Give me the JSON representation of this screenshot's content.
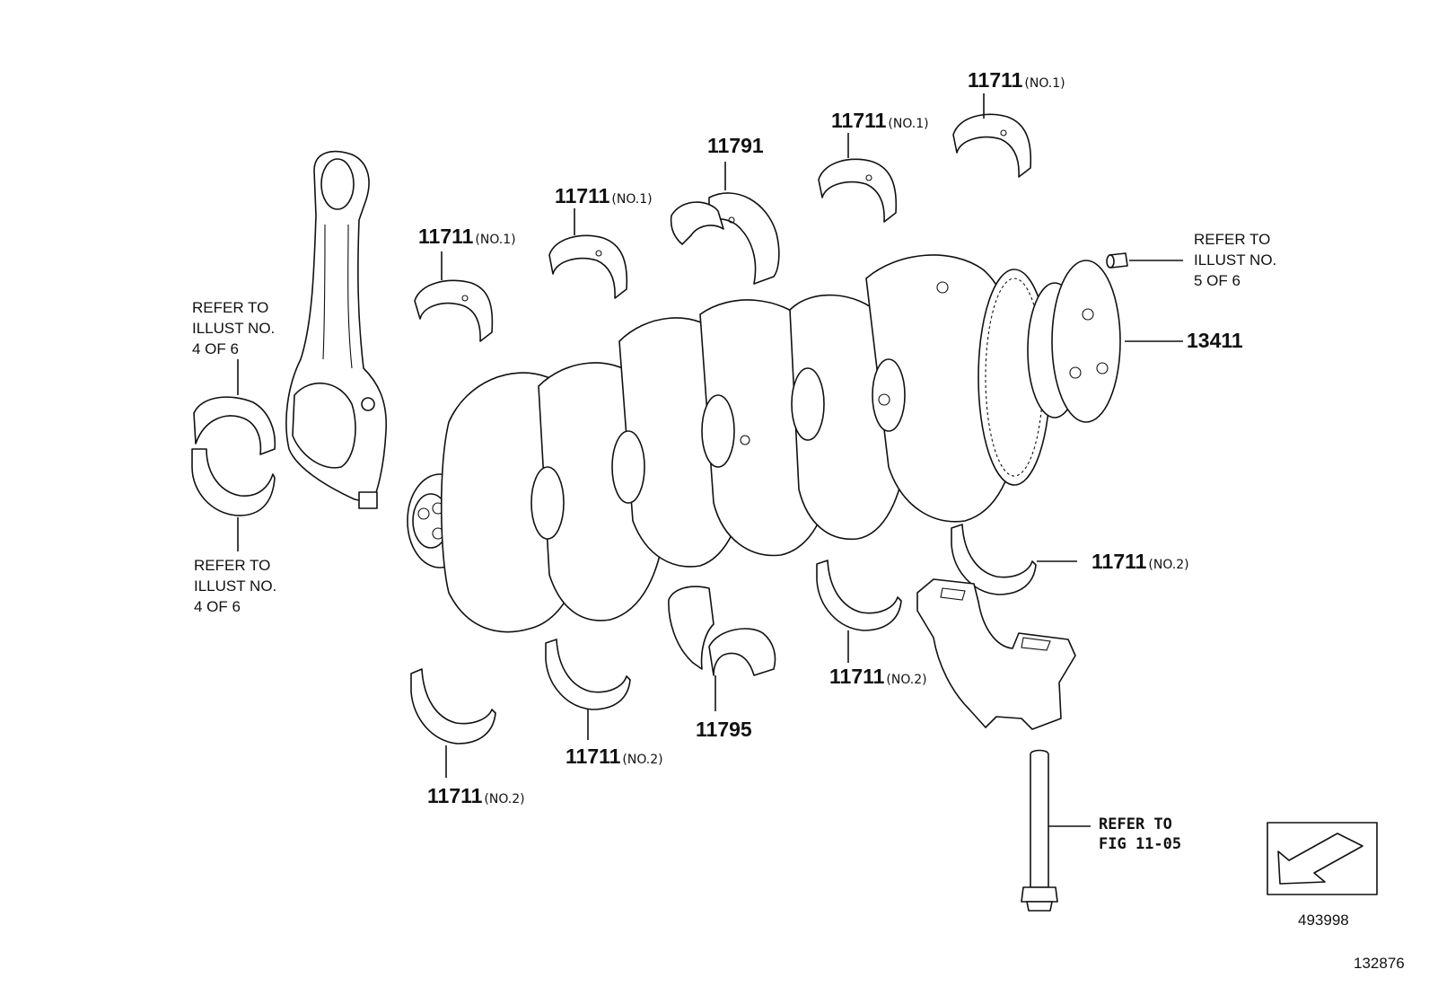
{
  "labels": {
    "bearing_upper_1": {
      "part": "11711",
      "note": "(NO.1)"
    },
    "bearing_upper_2": {
      "part": "11711",
      "note": "(NO.1)"
    },
    "bearing_upper_3": {
      "part": "11711",
      "note": "(NO.1)"
    },
    "bearing_upper_4": {
      "part": "11711",
      "note": "(NO.1)"
    },
    "thrust_upper": {
      "part": "11791"
    },
    "bearing_lower_1": {
      "part": "11711",
      "note": "(NO.2)"
    },
    "bearing_lower_2": {
      "part": "11711",
      "note": "(NO.2)"
    },
    "bearing_lower_3": {
      "part": "11711",
      "note": "(NO.2)"
    },
    "bearing_lower_4": {
      "part": "11711",
      "note": "(NO.2)"
    },
    "thrust_lower": {
      "part": "11795"
    },
    "crankshaft": {
      "part": "13411"
    }
  },
  "references": {
    "rod_bearing_upper": [
      "REFER TO",
      "ILLUST NO.",
      "4 OF 6"
    ],
    "rod_bearing_lower": [
      "REFER TO",
      "ILLUST NO.",
      "4 OF 6"
    ],
    "pin": [
      "REFER TO",
      "ILLUST NO.",
      "5 OF 6"
    ],
    "bolt": [
      "REFER TO",
      "FIG 11-05"
    ]
  },
  "footer": {
    "arrow_box_number": "493998",
    "illustration_number": "132876"
  }
}
